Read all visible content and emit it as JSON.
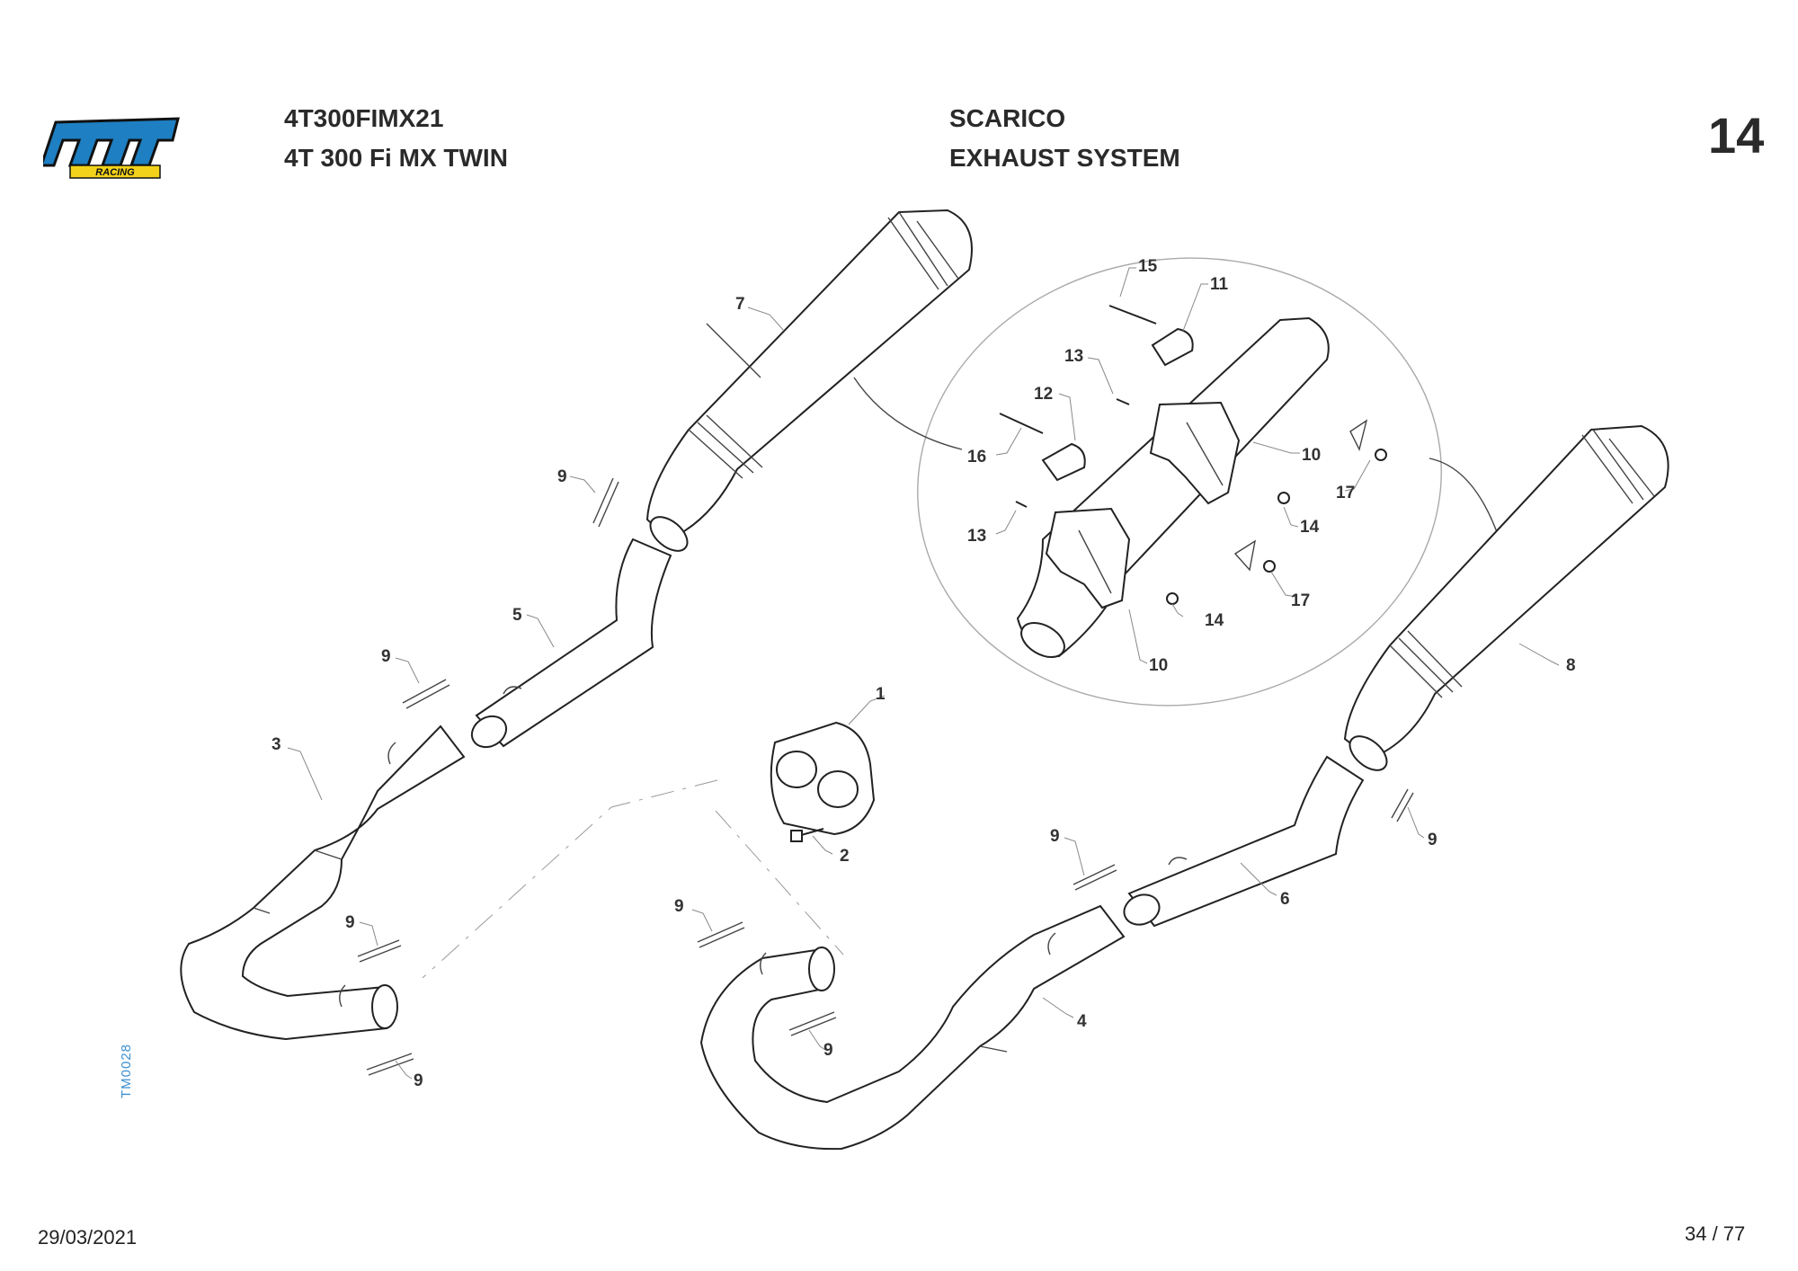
{
  "header": {
    "model_code": "4T300FIMX21",
    "model_name": "4T 300 Fi MX TWIN",
    "section_it": "SCARICO",
    "section_en": "EXHAUST SYSTEM",
    "section_number": "14"
  },
  "logo": {
    "brand": "tm",
    "tagline": "RACING",
    "colors": {
      "primary": "#1e7fc2",
      "outline": "#111111",
      "accent": "#f2d21b"
    }
  },
  "drawing_code": "TM0028",
  "footer": {
    "date": "29/03/2021",
    "page": "34 / 77"
  },
  "callouts": {
    "c1": "1",
    "c2": "2",
    "c3": "3",
    "c4": "4",
    "c5": "5",
    "c6": "6",
    "c7": "7",
    "c8": "8",
    "c9a": "9",
    "c9b": "9",
    "c9c": "9",
    "c9d": "9",
    "c9e": "9",
    "c9f": "9",
    "c9g": "9",
    "c9h": "9",
    "c10a": "10",
    "c10b": "10",
    "c11": "11",
    "c12": "12",
    "c13a": "13",
    "c13b": "13",
    "c14a": "14",
    "c14b": "14",
    "c15": "15",
    "c16": "16",
    "c17a": "17",
    "c17b": "17"
  }
}
